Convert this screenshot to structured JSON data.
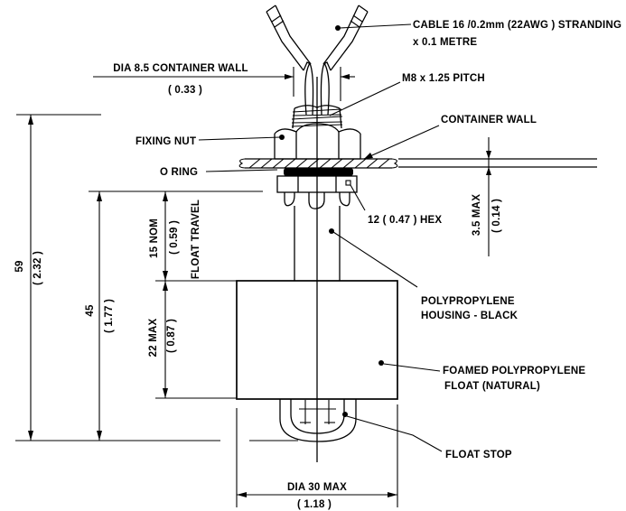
{
  "diagram": {
    "type": "technical-drawing",
    "subject": "Vertical float switch liquid level sensor - dimensioned cross-section",
    "colors": {
      "ink": "#000000",
      "background": "#ffffff"
    },
    "callouts": {
      "cable_line1": "CABLE 16 /0.2mm (22AWG ) STRANDING",
      "cable_line2": "x 0.1 METRE",
      "thread_pitch": "M8 x 1.25 PITCH",
      "container_wall": "CONTAINER WALL",
      "fixing_nut": "FIXING NUT",
      "o_ring": "O RING",
      "hex_size": "12 ( 0.47 ) HEX",
      "housing_line1": "POLYPROPYLENE",
      "housing_line2": "HOUSING - BLACK",
      "float_line1": "FOAMED POLYPROPYLENE",
      "float_line2": "FLOAT (NATURAL)",
      "float_stop": "FLOAT STOP"
    },
    "dimensions": {
      "stem_dia_label": "DIA 8.5 CONTAINER WALL",
      "stem_dia_inches": "( 0.33 )",
      "wall_max": "3.5 MAX",
      "wall_max_inches": "( 0.14 )",
      "overall_length": "59",
      "overall_length_inches": "( 2.32 )",
      "submerged_length": "45",
      "submerged_length_inches": "( 1.77 )",
      "float_travel_value": "15 NOM",
      "float_travel_inches": "( 0.59 )",
      "float_travel_label": "FLOAT TRAVEL",
      "float_height": "22 MAX",
      "float_height_inches": "( 0.87 )",
      "float_dia": "DIA 30 MAX",
      "float_dia_inches": "( 1.18 )"
    }
  }
}
